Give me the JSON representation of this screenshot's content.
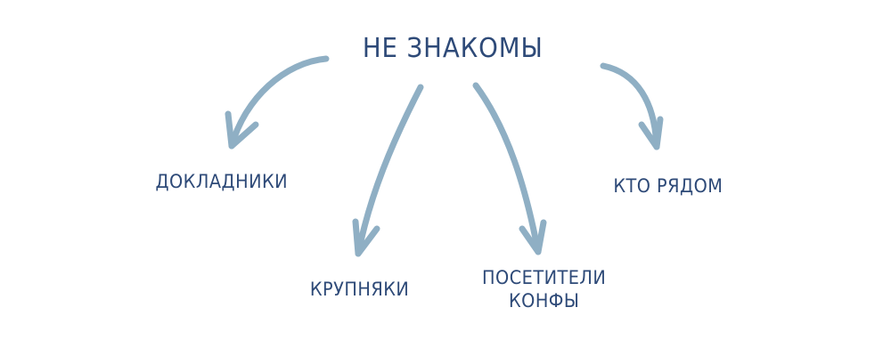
{
  "diagram": {
    "type": "mind-map",
    "colors": {
      "text": "#2e4a78",
      "arrow": "#8fafc4",
      "background": "#ffffff"
    },
    "root": {
      "label": "НЕ ЗНАКОМЫ"
    },
    "branches": [
      {
        "id": "speakers",
        "label": "ДОКЛАДНИКИ"
      },
      {
        "id": "big-players",
        "label": "КРУПНЯКИ"
      },
      {
        "id": "attendees",
        "label_line1": "ПОСЕТИТЕЛИ",
        "label_line2": "КОНФЫ"
      },
      {
        "id": "nearby",
        "label": "КТО РЯДОМ"
      }
    ]
  }
}
